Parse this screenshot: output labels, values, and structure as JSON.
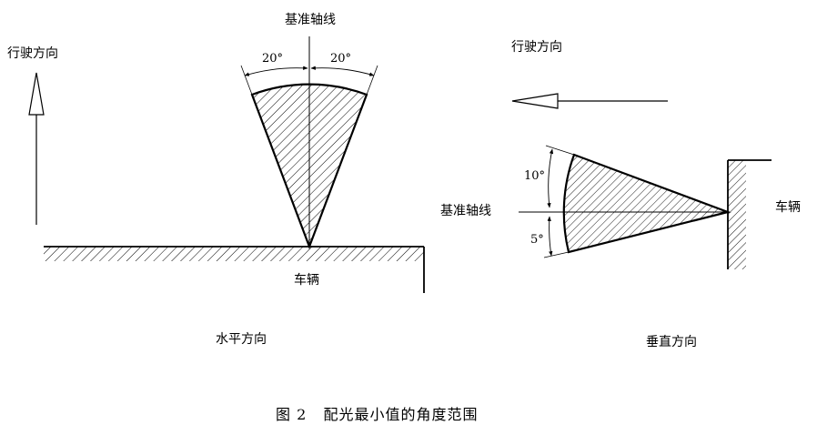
{
  "figure": {
    "caption": "图 2   配光最小值的角度范围"
  },
  "horizontal": {
    "reference_axis": "基准轴线",
    "travel_direction": "行驶方向",
    "vehicle": "车辆",
    "view_label": "水平方向",
    "left_angle": "20°",
    "right_angle": "20°"
  },
  "vertical": {
    "reference_axis": "基准轴线",
    "travel_direction": "行驶方向",
    "vehicle": "车辆",
    "view_label": "垂直方向",
    "upper_angle": "10°",
    "lower_angle": "5°"
  }
}
